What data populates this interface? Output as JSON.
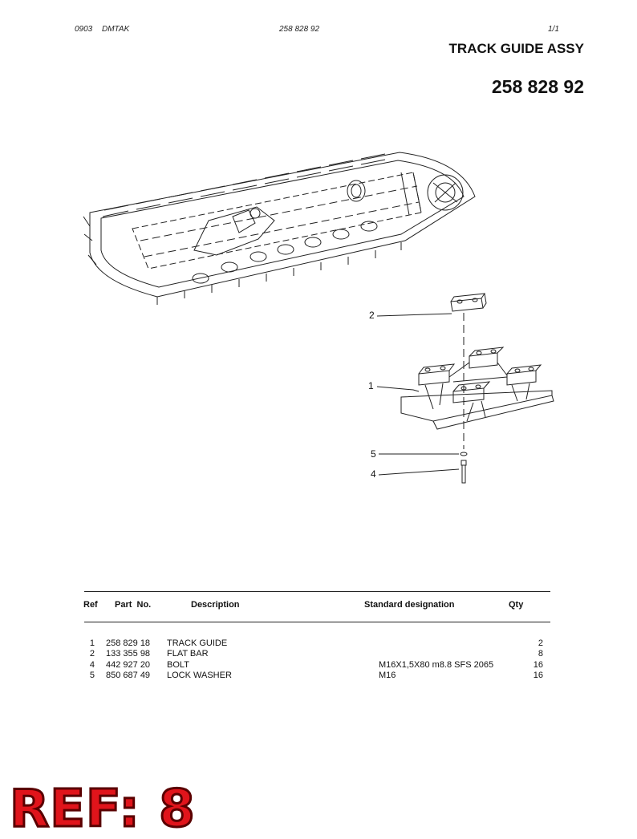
{
  "header": {
    "left_code": "0903",
    "left_tag": "DMTAK",
    "center_number": "258 828 92",
    "page": "1/1"
  },
  "title": "TRACK GUIDE ASSY",
  "doc_number": "258 828 92",
  "callouts": [
    "2",
    "1",
    "5",
    "4"
  ],
  "table": {
    "headers": [
      "Ref",
      "Part  No.",
      "Description",
      "Standard designation",
      "Qty"
    ],
    "rows": [
      {
        "ref": "1",
        "part": "258 829 18",
        "desc": "TRACK GUIDE",
        "std": "",
        "qty": "2"
      },
      {
        "ref": "2",
        "part": "133 355 98",
        "desc": "FLAT BAR",
        "std": "",
        "qty": "8"
      },
      {
        "ref": "4",
        "part": "442 927 20",
        "desc": "BOLT",
        "std": "M16X1,5X80 m8.8 SFS 2065",
        "qty": "16"
      },
      {
        "ref": "5",
        "part": "850 687 49",
        "desc": "LOCK WASHER",
        "std": "M16",
        "qty": "16"
      }
    ]
  },
  "stamp": "REF: 8"
}
